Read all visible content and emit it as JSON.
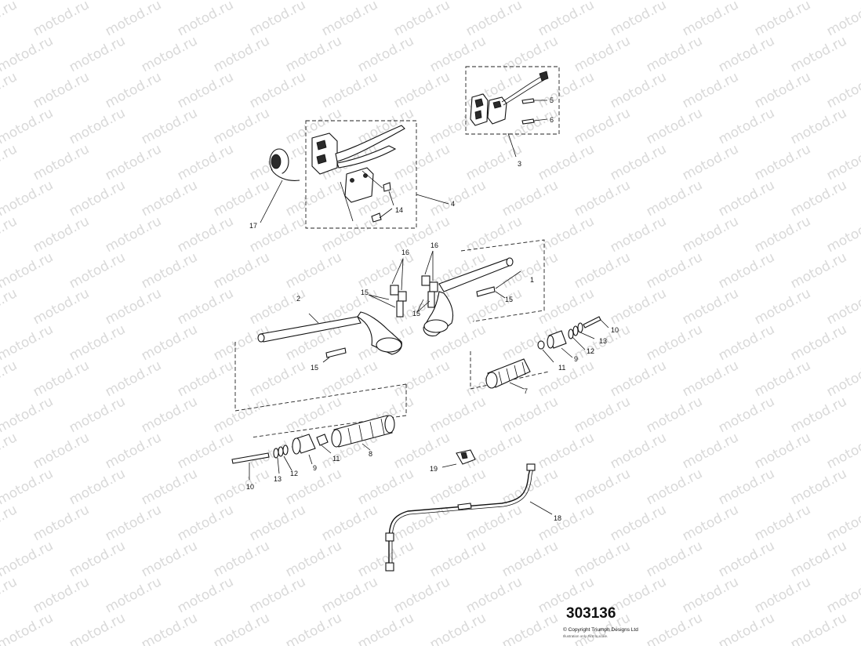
{
  "watermark": {
    "text": "motod.ru"
  },
  "diagram": {
    "reference_number": "303136",
    "copyright": "© Copyright Triumph Designs Ltd",
    "sub_note": "Illustration only. Not to scale."
  },
  "callouts": [
    {
      "id": "c1",
      "text": "1"
    },
    {
      "id": "c2",
      "text": "2"
    },
    {
      "id": "c3",
      "text": "3"
    },
    {
      "id": "c4",
      "text": "4"
    },
    {
      "id": "c5",
      "text": "5"
    },
    {
      "id": "c6",
      "text": "6"
    },
    {
      "id": "c7",
      "text": "7"
    },
    {
      "id": "c8",
      "text": "8"
    },
    {
      "id": "c9a",
      "text": "9"
    },
    {
      "id": "c9b",
      "text": "9"
    },
    {
      "id": "c10a",
      "text": "10"
    },
    {
      "id": "c10b",
      "text": "10"
    },
    {
      "id": "c11a",
      "text": "11"
    },
    {
      "id": "c11b",
      "text": "11"
    },
    {
      "id": "c12a",
      "text": "12"
    },
    {
      "id": "c12b",
      "text": "12"
    },
    {
      "id": "c13a",
      "text": "13"
    },
    {
      "id": "c13b",
      "text": "13"
    },
    {
      "id": "c14",
      "text": "14"
    },
    {
      "id": "c15a",
      "text": "15"
    },
    {
      "id": "c15b",
      "text": "15"
    },
    {
      "id": "c15c",
      "text": "15"
    },
    {
      "id": "c15d",
      "text": "15"
    },
    {
      "id": "c16a",
      "text": "16"
    },
    {
      "id": "c16b",
      "text": "16"
    },
    {
      "id": "c17",
      "text": "17"
    },
    {
      "id": "c18",
      "text": "18"
    },
    {
      "id": "c19",
      "text": "19"
    }
  ]
}
